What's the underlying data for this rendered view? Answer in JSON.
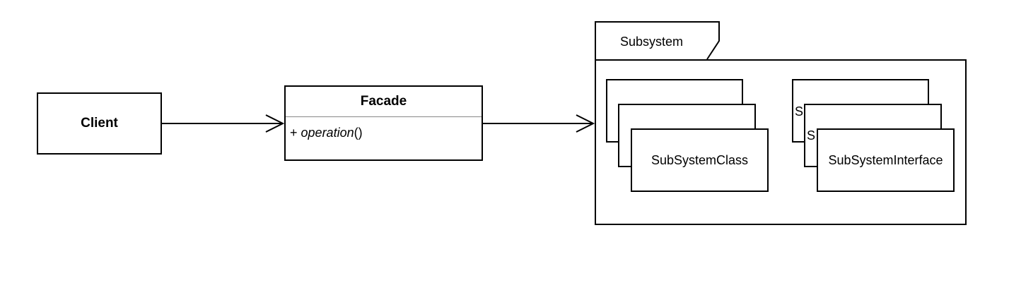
{
  "diagram": {
    "client": {
      "label": "Client"
    },
    "facade": {
      "title": "Facade",
      "operation_visibility": "+",
      "operation_name": "operation",
      "operation_parens": "()"
    },
    "subsystem_package": {
      "label": "Subsystem",
      "class_stack": {
        "back_label": "",
        "middle_label": "",
        "front_label": "SubSystemClass"
      },
      "interface_stack": {
        "back_label": "S",
        "middle_label": "S",
        "front_label": "SubSystemInterface"
      }
    },
    "edges": [
      {
        "from": "client",
        "to": "facade",
        "type": "association"
      },
      {
        "from": "facade",
        "to": "subsystem",
        "type": "association"
      }
    ]
  }
}
